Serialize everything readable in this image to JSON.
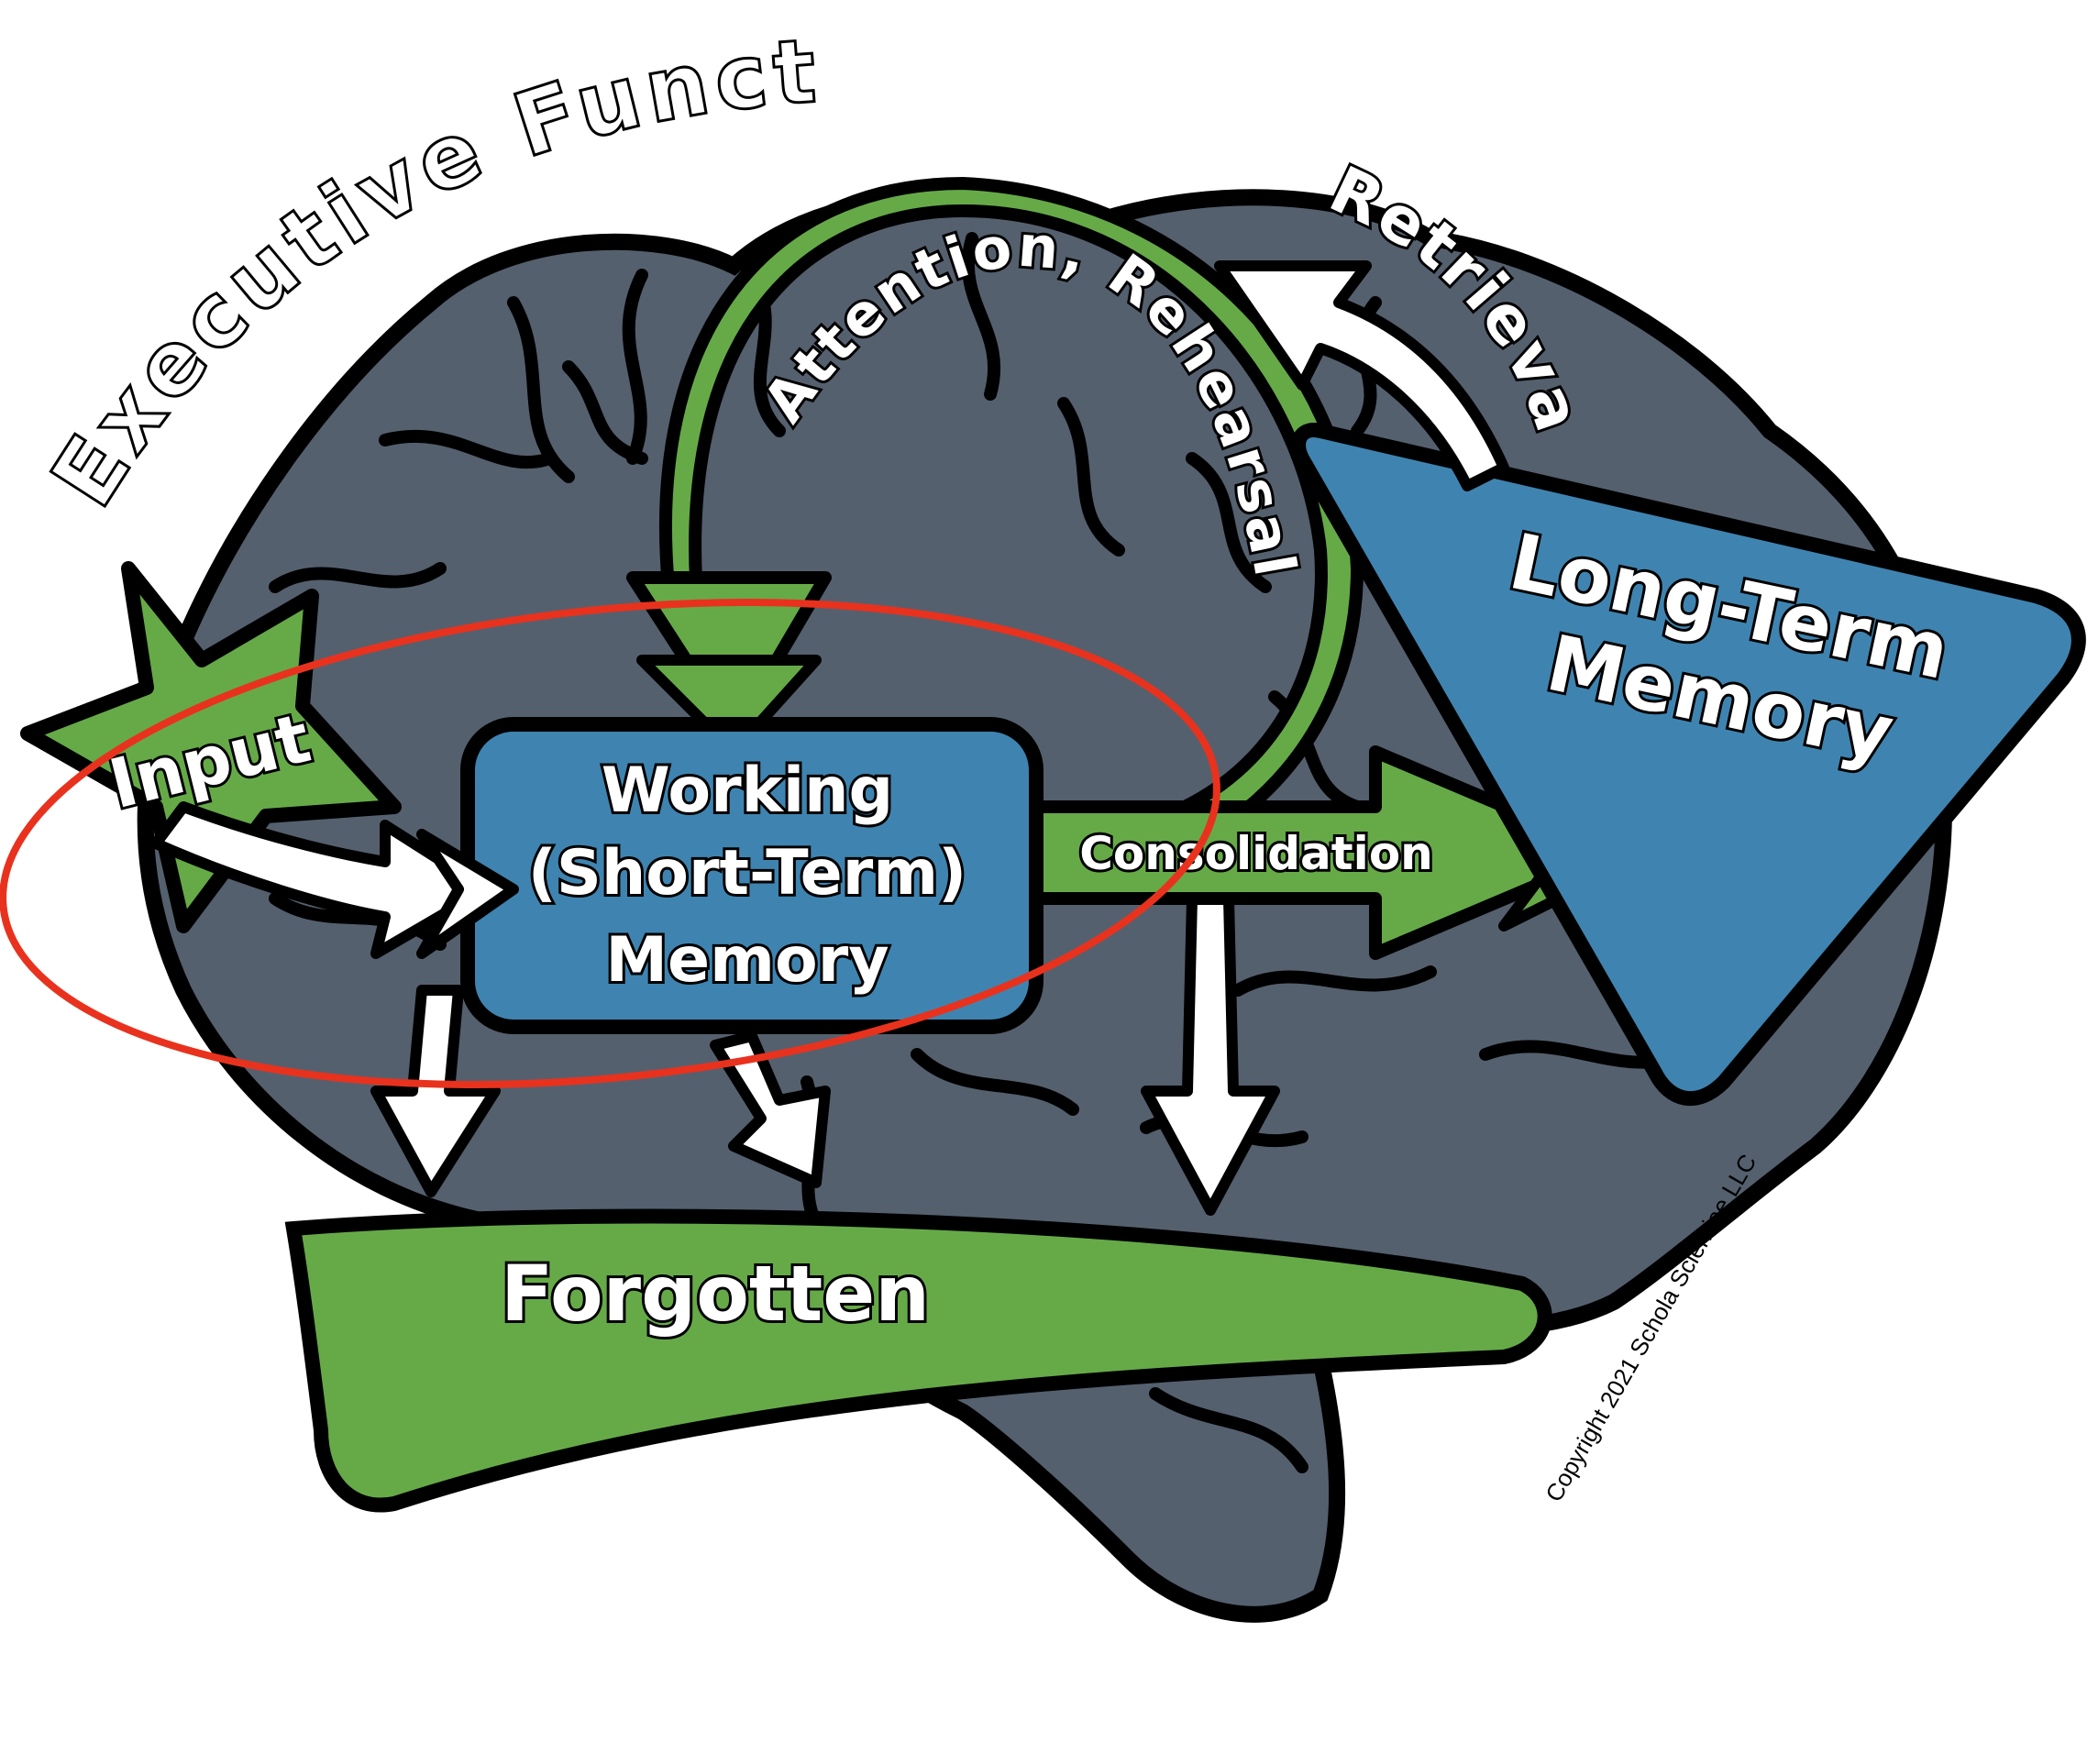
{
  "title": "Executive Functions",
  "labels": {
    "input": "Input",
    "working_line1": "Working",
    "working_line2": "(Short-Term)",
    "working_line3": "Memory",
    "long_term_line1": "Long-Term",
    "long_term_line2": "Memory",
    "attention": "Attention, Rehearsal",
    "retrieval": "Retrieval",
    "consolidation": "Consolidation",
    "forgotten": "Forgotten"
  },
  "copyright": "Copyright 2021 Schola Scientiae LLC",
  "colors": {
    "brain_fill": "#55606e",
    "green": "#66aa48",
    "blue": "#3f84b0",
    "highlight_ellipse": "#e8321e",
    "outline": "#000000"
  }
}
